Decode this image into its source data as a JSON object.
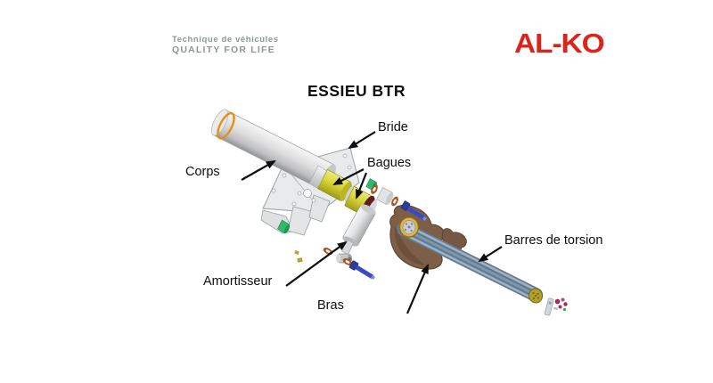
{
  "header": {
    "tagline_line1": "Technique de véhicules",
    "tagline_line2": "QUALITY FOR LIFE",
    "logo_text": "AL-KO"
  },
  "diagram": {
    "title": "ESSIEU BTR",
    "labels": {
      "corps": "Corps",
      "bride": "Bride",
      "bagues": "Bagues",
      "amortisseur": "Amortisseur",
      "bras": "Bras",
      "barres_de_torsion": "Barres de torsion"
    }
  },
  "colors": {
    "logo_red": "#da251d",
    "tagline_gray": "#8f969a",
    "label_black": "#0d0d0d",
    "tube_gray": "#d9d9d9",
    "bague_yellow": "#d8d434",
    "bague_ring_maroon": "#5f1f1f",
    "arm_brown": "#7d5f48",
    "torsion_bar_blue_gray": "#7d95ad",
    "bolt_blue": "#3a4bc0",
    "washer_copper": "#a8561f",
    "bushing_green": "#2fbb6b",
    "end_disc_olive": "#b3a02b",
    "band_orange": "#e39017",
    "screw_magenta": "#b7295d"
  }
}
